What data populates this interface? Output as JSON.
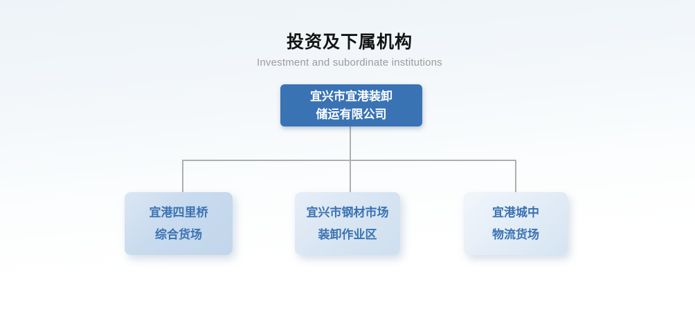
{
  "header": {
    "title": "投资及下属机构",
    "subtitle": "Investment and subordinate institutions"
  },
  "org": {
    "root": {
      "line1": "宜兴市宜港装卸",
      "line2": "储运有限公司"
    },
    "child1": {
      "line1": "宜港四里桥",
      "line2": "综合货场"
    },
    "child2": {
      "line1": "宜兴市钢材市场",
      "line2": "装卸作业区"
    },
    "child3": {
      "line1": "宜港城中",
      "line2": "物流货场"
    }
  },
  "colors": {
    "root_bg": "#3a73b4",
    "root_text": "#ffffff",
    "child_text": "#3a72b2",
    "child_bg_1": "#c8daee",
    "child_bg_2": "#d8e5f2",
    "child_bg_3": "#e4edf7",
    "connector": "#aeaeae",
    "title_text": "#141414",
    "subtitle_text": "#9b9b9b"
  }
}
